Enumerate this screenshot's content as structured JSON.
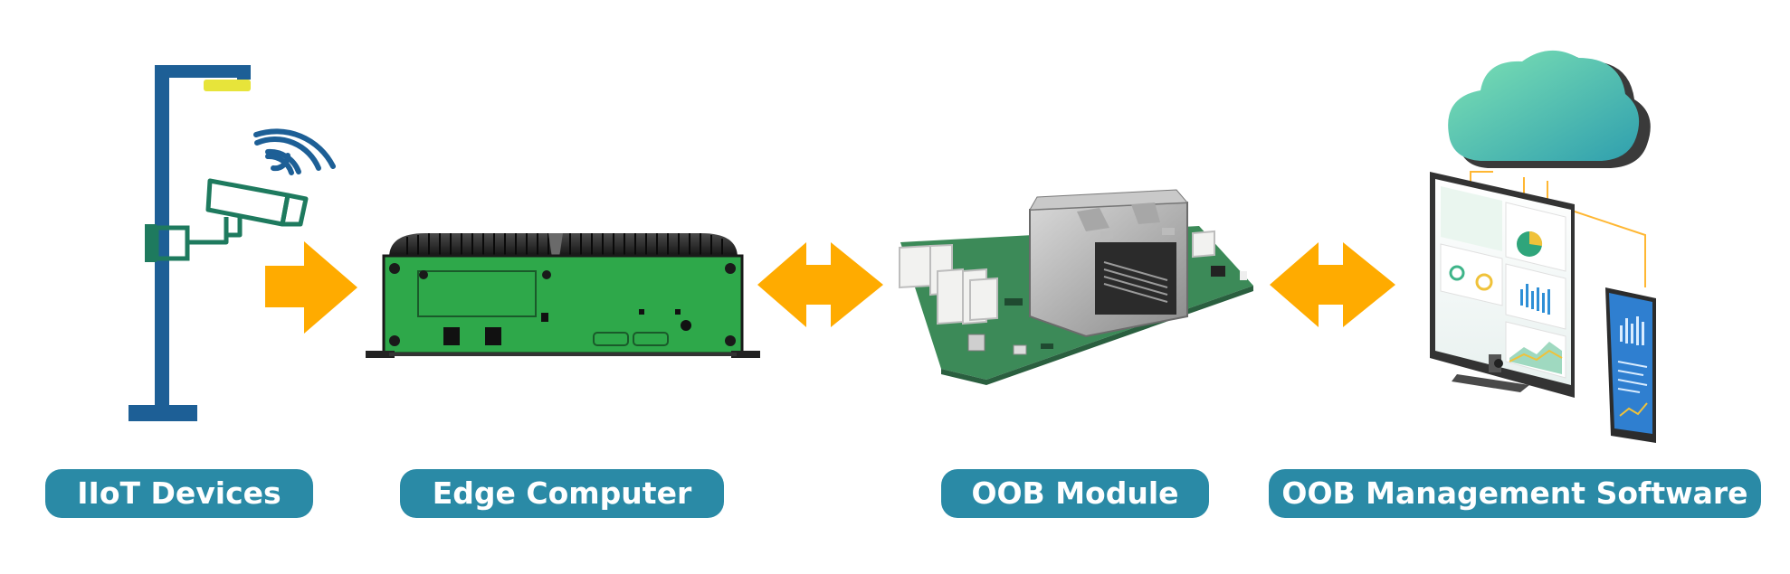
{
  "labels": {
    "iiot_devices": "IIoT Devices",
    "edge_computer": "Edge Computer",
    "oob_module": "OOB Module",
    "oob_management_software": "OOB Management Software"
  },
  "colors": {
    "label_bg": "#2a8aa6",
    "arrow": "#ffab00",
    "pole": "#1d5f96",
    "edge_green": "#2ea84a",
    "pcb_green": "#3c8a58",
    "cloud": "#63d6a4"
  },
  "icons": [
    "street-light-pole-icon",
    "security-camera-icon",
    "wifi-signal-icon",
    "edge-computer-icon",
    "oob-module-board-icon",
    "cloud-icon",
    "monitor-dashboard-icon",
    "smartphone-icon"
  ]
}
